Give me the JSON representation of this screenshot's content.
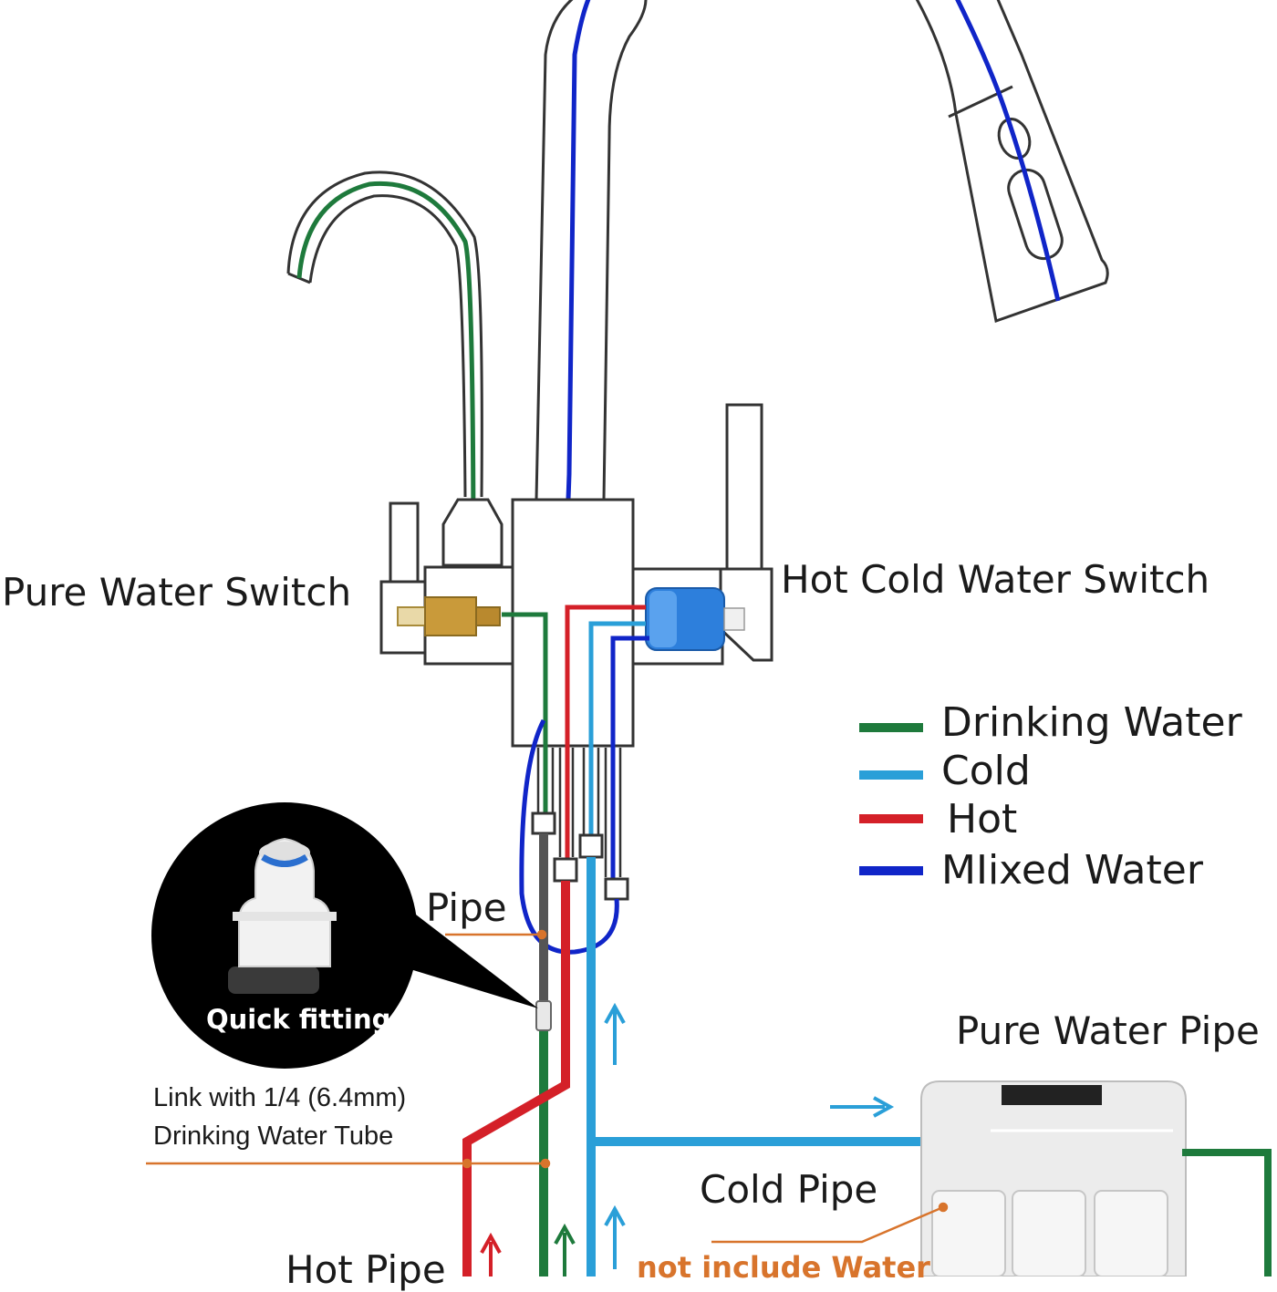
{
  "labels": {
    "pure_water_switch": "Pure Water Switch",
    "hot_cold_water_switch": "Hot Cold Water Switch",
    "pipe": "Pipe",
    "quick_fitting": "Quick fitting",
    "link_line1": "Link with 1/4 (6.4mm)",
    "link_line2": "Drinking Water Tube",
    "pure_water_pipe": "Pure Water Pipe",
    "cold_pipe": "Cold Pipe",
    "hot_pipe": "Hot Pipe",
    "not_include": "not include Water"
  },
  "legend": [
    {
      "label": "Drinking Water",
      "color": "#1e7a3c"
    },
    {
      "label": "Cold",
      "color": "#2a9fd8"
    },
    {
      "label": "Hot",
      "color": "#d42028"
    },
    {
      "label": "MIixed Water",
      "color": "#1025c8"
    }
  ],
  "colors": {
    "drinking": "#1e7a3c",
    "cold": "#2a9fd8",
    "hot": "#d42028",
    "mixed": "#1025c8",
    "leader": "#d8742c",
    "outline": "#333333"
  }
}
